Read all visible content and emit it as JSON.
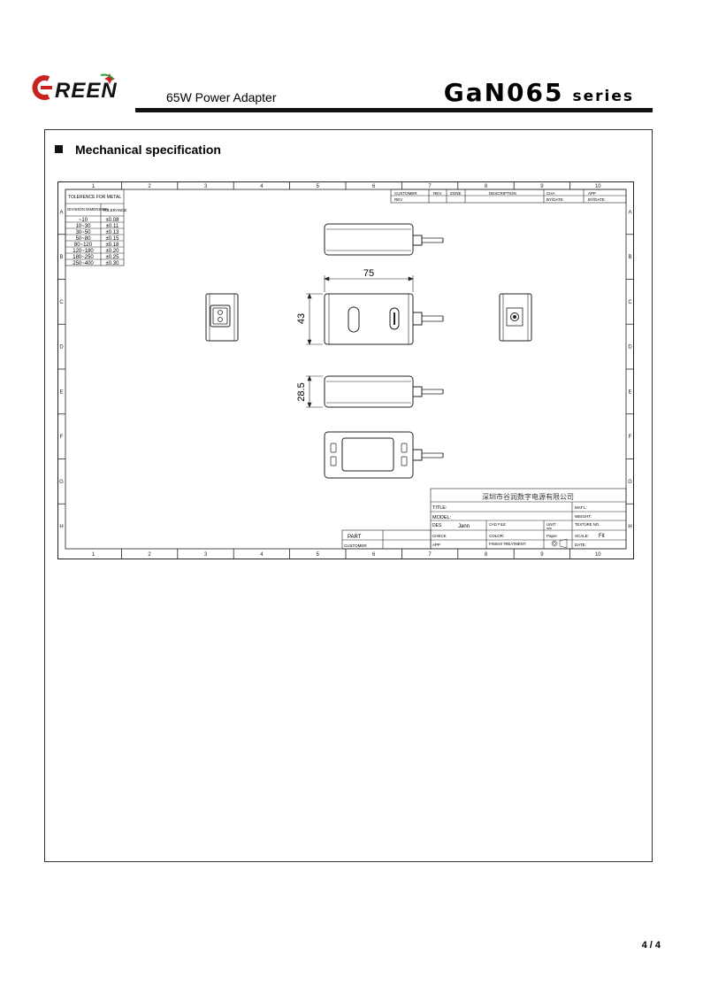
{
  "header": {
    "logo_text": "GREEN",
    "subtitle": "65W Power Adapter",
    "series_name": "GaN065",
    "series_suffix": "series"
  },
  "section": {
    "title": "Mechanical specification"
  },
  "drawing": {
    "col_labels": [
      "1",
      "2",
      "3",
      "4",
      "5",
      "6",
      "7",
      "8",
      "9",
      "10"
    ],
    "row_labels": [
      "A",
      "B",
      "C",
      "D",
      "E",
      "F",
      "G",
      "H"
    ],
    "tolerance_table": {
      "title": "TOLERENCE FOR METAL",
      "headers": [
        "DIVISION DIMENSION",
        "TOLERANCE"
      ],
      "rows": [
        [
          "~10",
          "±0.08"
        ],
        [
          "10~30",
          "±0.11"
        ],
        [
          "30~50",
          "±0.13"
        ],
        [
          "50~80",
          "±0.15"
        ],
        [
          "80~120",
          "±0.18"
        ],
        [
          "120~180",
          "±0.20"
        ],
        [
          "180~250",
          "±0.25"
        ],
        [
          "250~400",
          "±0.30"
        ]
      ]
    },
    "revision_block": {
      "customer": "CUSTOMER",
      "rev_top": "REV.",
      "zone": "ZONE",
      "description": "DESCRIPTION",
      "cha": "CHA",
      "app": "APP",
      "rev": "REV",
      "by_date_1": "BY/DATE",
      "by_date_2": "BY/DATE"
    },
    "dimensions": {
      "width": "75",
      "length": "43",
      "height": "28.5"
    },
    "title_block": {
      "company": "深圳市谷润数字电源有限公司",
      "title": "TITLE:",
      "model": "MODEL:",
      "matl": "MAT'L:",
      "weight": "WEIGHT:",
      "des": "DES",
      "designer": "Jann",
      "cad_file": "CAD FILE:",
      "unit": "UNIT :",
      "unit_value": "mm",
      "texture": "TEXTURE NO.",
      "check": "CHECK",
      "color": "COLOR:",
      "paper": "Paper",
      "scale": "SCALE:",
      "scale_value": "Fit",
      "app": "APP",
      "finish": "FINISH/ TREATMENT:",
      "date": "DATE:",
      "part": "PART",
      "customer": "CUSTOMER"
    }
  },
  "footer": {
    "page": "4 / 4"
  },
  "colors": {
    "logo_red": "#c8231e",
    "logo_green": "#2f9a3a"
  }
}
